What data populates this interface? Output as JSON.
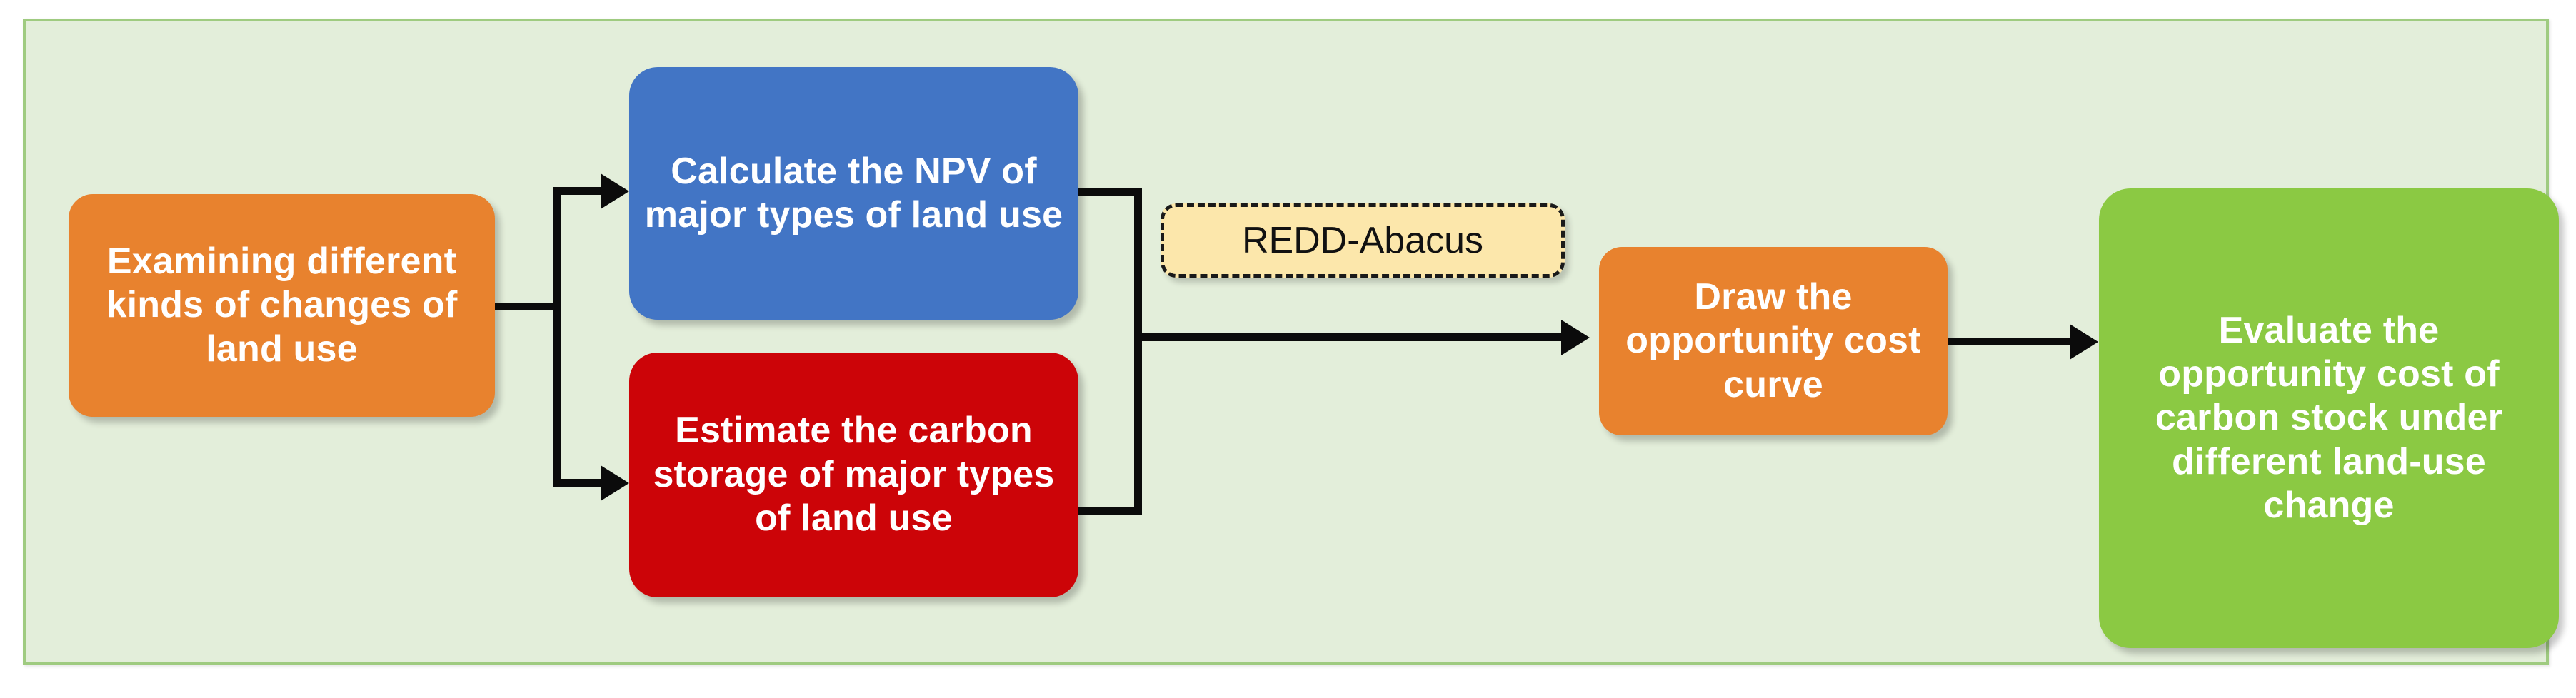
{
  "diagram": {
    "type": "flowchart",
    "orientation": "left-to-right",
    "panel": {
      "background_color": "#e3eeda",
      "border_color": "#9fcb80"
    },
    "nodes": [
      {
        "id": "examining",
        "label": "Examining different kinds of changes of land use",
        "shape": "rounded-rectangle",
        "fill_color": "#e8822e",
        "text_color": "#ffffff",
        "column": 1
      },
      {
        "id": "npv",
        "label": "Calculate the NPV of major types of land use",
        "shape": "rounded-rectangle",
        "fill_color": "#4275c5",
        "text_color": "#ffffff",
        "column": 2,
        "row": "top"
      },
      {
        "id": "carbon",
        "label": "Estimate the carbon storage of major types of land use",
        "shape": "rounded-rectangle",
        "fill_color": "#cc0408",
        "text_color": "#ffffff",
        "column": 2,
        "row": "bottom"
      },
      {
        "id": "redd",
        "label": "REDD-Abacus",
        "shape": "rounded-rectangle-dashed",
        "fill_color": "#fce7ab",
        "border_color": "#1a1a1a",
        "text_color": "#111111",
        "column": 3,
        "role": "tool-annotation"
      },
      {
        "id": "draw",
        "label": "Draw the opportunity cost curve",
        "shape": "rounded-rectangle",
        "fill_color": "#e8822e",
        "text_color": "#ffffff",
        "column": 4
      },
      {
        "id": "evaluate",
        "label": "Evaluate the opportunity cost of carbon stock under different land-use change",
        "shape": "rounded-rectangle",
        "fill_color": "#8bc943",
        "text_color": "#ffffff",
        "column": 5
      }
    ],
    "edges": [
      {
        "from": "examining",
        "to": "npv",
        "style": "orthogonal-split",
        "arrowhead": true,
        "color": "#0b0b0b"
      },
      {
        "from": "examining",
        "to": "carbon",
        "style": "orthogonal-split",
        "arrowhead": true,
        "color": "#0b0b0b"
      },
      {
        "from": "npv",
        "to": "draw",
        "style": "orthogonal-merge",
        "arrowhead": true,
        "color": "#0b0b0b"
      },
      {
        "from": "carbon",
        "to": "draw",
        "style": "orthogonal-merge",
        "arrowhead": true,
        "color": "#0b0b0b"
      },
      {
        "from": "draw",
        "to": "evaluate",
        "style": "straight",
        "arrowhead": true,
        "color": "#0b0b0b"
      }
    ]
  }
}
